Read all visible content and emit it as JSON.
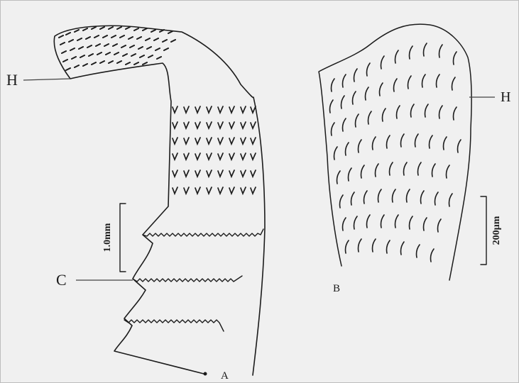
{
  "figure": {
    "background": "#f0f0f0",
    "ink_color": "#1c1c1c",
    "panel_a": {
      "label": "A",
      "hook_label": "H",
      "comb_label": "C",
      "scale_label": "1.0mm"
    },
    "panel_b": {
      "label": "B",
      "hook_label": "H",
      "scale_label": "200µm"
    }
  }
}
